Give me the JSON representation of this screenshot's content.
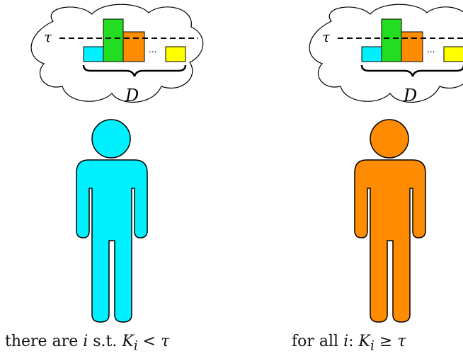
{
  "colors": {
    "cyan": "#00f0ff",
    "green": "#22dd22",
    "orange": "#ff8c00",
    "yellow": "#ffff00",
    "outline": "#000000"
  },
  "panels": [
    {
      "id": "left",
      "person_color": "cyan",
      "thought": {
        "threshold_symbol": "τ",
        "set_symbol": "D",
        "ellipsis": "...",
        "bar_colors": [
          "cyan",
          "green",
          "orange",
          "yellow"
        ]
      },
      "caption": {
        "prefix": "there are ",
        "var": "i",
        "mid": " s.t.  ",
        "lhs": "K",
        "sub": "i",
        "rel": " < ",
        "rhs": "τ"
      }
    },
    {
      "id": "right",
      "person_color": "orange",
      "thought": {
        "threshold_symbol": "τ",
        "set_symbol": "D",
        "ellipsis": "...",
        "bar_colors": [
          "cyan",
          "green",
          "orange",
          "yellow"
        ]
      },
      "caption": {
        "prefix": "for all ",
        "var": "i",
        "mid": ":  ",
        "lhs": "K",
        "sub": "i",
        "rel": " ≥ ",
        "rhs": "τ"
      }
    }
  ]
}
